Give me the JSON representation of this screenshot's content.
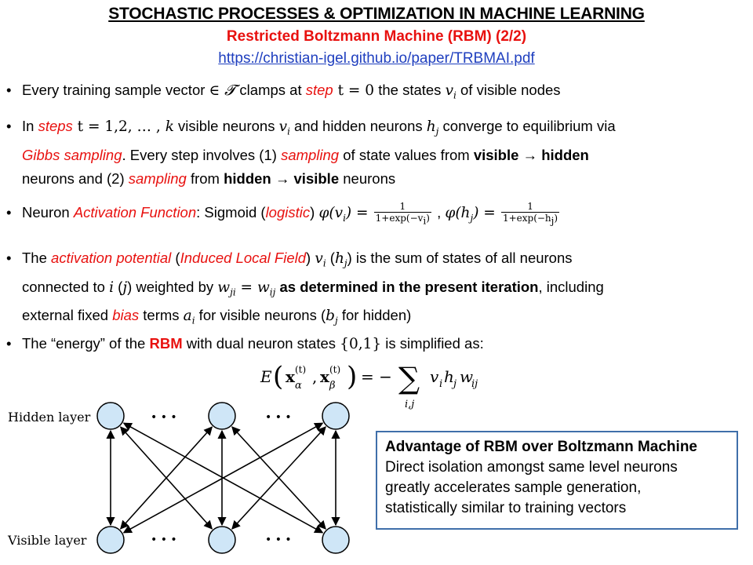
{
  "header": {
    "title": "STOCHASTIC PROCESSES & OPTIMIZATION IN MACHINE LEARNING",
    "subtitle": "Restricted Boltzmann Machine (RBM) (2/2)",
    "link": "https://christian-igel.github.io/paper/TRBMAI.pdf"
  },
  "bullets": {
    "b1": {
      "t1": "Every training sample vector ",
      "sym": "∈ 𝓣",
      "t2": " clamps at ",
      "step": "step",
      "t3": " t = 0",
      "t4": " the states ",
      "v": "v",
      "vi": "i",
      "t5": " of visible nodes"
    },
    "b2": {
      "t1": "In ",
      "steps": "steps",
      "t2": " t = 1,2, … , ",
      "k": "k",
      "t3": " visible neurons ",
      "v": "v",
      "vi": "i",
      "t4": " and hidden neurons ",
      "h": "h",
      "hj": "j",
      "t5": " converge to equilibrium via",
      "gibbs": "Gibbs sampling",
      "t6": ". Every step involves (1) ",
      "sampling1": "sampling",
      "t7": " of state values from ",
      "visible1": "visible",
      "arrow1": " → ",
      "hidden1": "hidden",
      "t8": "neurons and (2) ",
      "sampling2": "sampling",
      "t9": " from ",
      "hidden2": "hidden",
      "arrow2": " → ",
      "visible2": "visible",
      "t10": " neurons"
    },
    "b3": {
      "t1": "Neuron ",
      "act": "Activation Function",
      "t2": ": Sigmoid (",
      "logistic": "logistic",
      "t3": ") ",
      "phi1": "φ(v",
      "phi1sub": "i",
      "phi1end": ") =",
      "num1": "1",
      "den1": "1+exp(−v",
      "den1sub": "i",
      "den1end": ")",
      "comma": " , ",
      "phi2": "φ(h",
      "phi2sub": "j",
      "phi2end": ") =",
      "num2": "1",
      "den2": "1+exp(−h",
      "den2sub": "j",
      "den2end": ")"
    },
    "b4": {
      "t1": "The ",
      "ap": "activation potential",
      "t2": " (",
      "ilf": "Induced Local Field",
      "t3": ") ",
      "v": "v",
      "vi": "i",
      "t4": " (",
      "h": "h",
      "hj": "j",
      "t5": ") is the sum of states of all neurons",
      "t6": "connected to ",
      "i": "i",
      "t7": " (",
      "j": "j",
      "t8": ") weighted by ",
      "w1": "w",
      "w1sub": "ji",
      "eq": " = ",
      "w2": "w",
      "w2sub": "ij",
      "bold": " as determined in the present iteration",
      "t9": ", including",
      "t10": "external fixed ",
      "bias": "bias",
      "t11": " terms ",
      "a": "a",
      "asub": "i",
      "t12": " for visible neurons (",
      "b": "b",
      "bsub": "j",
      "t13": " for hidden)"
    },
    "b5": {
      "t1": "The “energy” of the ",
      "rbm": "RBM",
      "t2": " with dual neuron states ",
      "set": "{0,1}",
      "t3": " is simplified as:"
    }
  },
  "energy": {
    "E": "E",
    "x1": "x",
    "x1sup": "(t)",
    "x1sub": "α",
    "sep": ",",
    "x2": "x",
    "x2sup": "(t)",
    "x2sub": "β",
    "rhs": "= −",
    "sigma": "∑",
    "sumsub": "i,j",
    "terms": "v",
    "tsub1": "i",
    "th": "h",
    "tsub2": "j",
    "tw": "w",
    "tsub3": "ij"
  },
  "diagram": {
    "hidden_label": "Hidden layer",
    "visible_label": "Visible layer",
    "dots": "• • •",
    "node_fill": "#cfe6f7"
  },
  "advantage": {
    "title": "Advantage of RBM over Boltzmann Machine",
    "line1": "Direct isolation amongst same level neurons",
    "line2": "greatly accelerates sample generation,",
    "line3": "statistically similar to training vectors"
  }
}
